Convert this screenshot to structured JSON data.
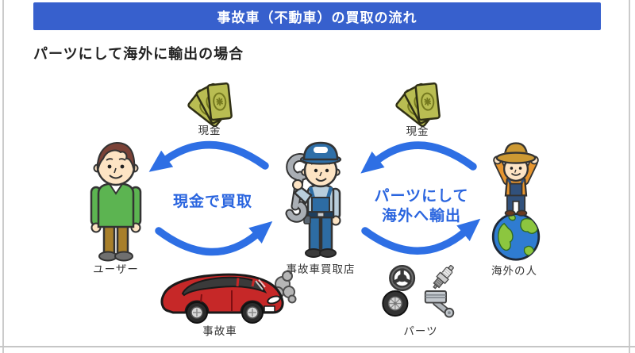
{
  "header": {
    "title": "事故車（不動車）の買取の流れ"
  },
  "subtitle": "パーツにして海外に輸出の場合",
  "diagram": {
    "cash_left_label": "現金",
    "cash_right_label": "現金",
    "user_label": "ユーザー",
    "shop_label": "事故車買取店",
    "overseas_label": "海外の人",
    "car_label": "事故車",
    "parts_label": "パーツ",
    "flow_left_text": "現金で買取",
    "flow_right_line1": "パーツにして",
    "flow_right_line2": "海外へ輸出"
  },
  "colors": {
    "banner_bg": "#3760cd",
    "banner_text": "#ffffff",
    "arrow_blue": "#2e6fe4",
    "flow_text_blue": "#2a65df",
    "label_text": "#333333",
    "money_green": "#b9bd52",
    "car_red": "#c62828",
    "globe_ocean": "#2f7cd1",
    "globe_land": "#8cc63f"
  }
}
